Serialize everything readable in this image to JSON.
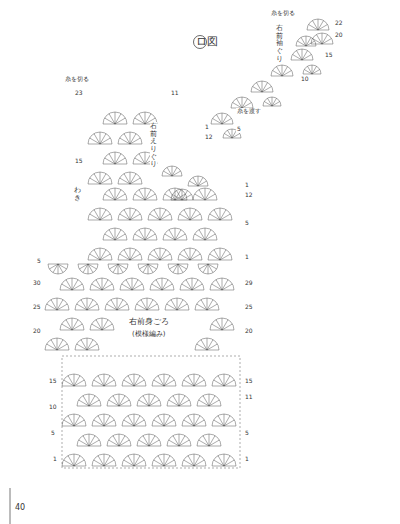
{
  "diagram": {
    "title": "ロ図",
    "labels": [
      "糸を切る",
      "右前えりぐり",
      "わき",
      "右前身ごろ",
      "(模様編み)",
      "糸を渡す",
      "糸を切る",
      "右前袖ぐり",
      "40",
      "23",
      "15",
      "11",
      "1",
      "12",
      "5",
      "1",
      "5",
      "30",
      "25",
      "20",
      "29",
      "25",
      "20",
      "15",
      "10",
      "5",
      "1",
      "15",
      "11",
      "5",
      "1",
      "22",
      "20",
      "15",
      "10",
      "5",
      "1",
      "12"
    ]
  }
}
